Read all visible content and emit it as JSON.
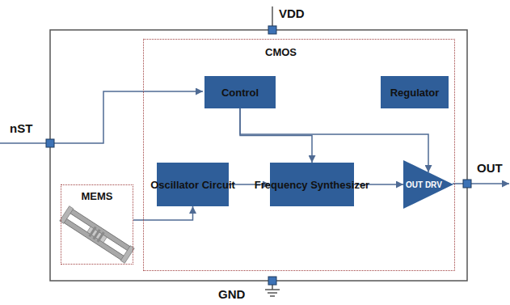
{
  "diagram": {
    "nodes": [
      {
        "text": [
          "CMOS"
        ]
      },
      {
        "text": [
          "Control"
        ],
        "in": 0
      },
      {
        "text": [
          "Regulator"
        ],
        "in": 0
      },
      {
        "text": [
          "Oscillator Circuit"
        ],
        "in": 0
      },
      {
        "text": [
          "Frequency Synthesizer"
        ],
        "in": 0
      },
      {
        "text": [
          "OUT DRV"
        ],
        "in": 0
      },
      {
        "text": [
          "MEMS"
        ]
      }
    ],
    "edges": [
      {
        "from": 1,
        "to": 4,
        "arrow": "to"
      },
      {
        "from": 1,
        "to": 5,
        "arrow": "to"
      },
      {
        "from": 3,
        "to": 4,
        "arrow": "to"
      },
      {
        "from": 4,
        "to": 5,
        "arrow": "to"
      },
      {
        "from": 6,
        "to": 3,
        "arrow": "to"
      }
    ],
    "labels": [
      "VDD",
      "nST",
      "OUT",
      "GND"
    ]
  }
}
